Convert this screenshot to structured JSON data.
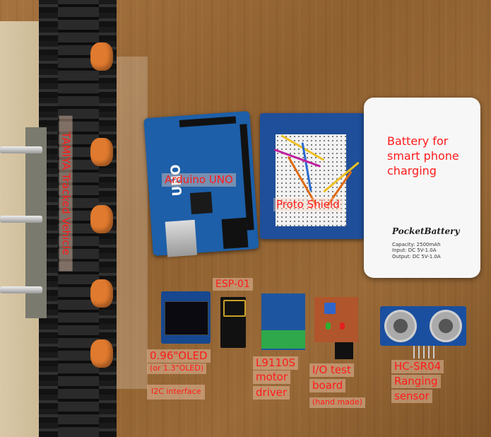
{
  "labels": {
    "tamiya": "TAMIYA Tracked Vehicle",
    "arduino": "Arduino UNO",
    "proto_shield": "Proto Shield",
    "battery_line1": "Battery for",
    "battery_line2": "smart phone",
    "battery_line3": "charging",
    "esp": "ESP-01",
    "oled_line1": "0.96\"OLED",
    "oled_line2": "(or 1.3\"OLED)",
    "oled_line3": "I2C interface",
    "l9110_line1": "L9110S",
    "l9110_line2": "motor",
    "l9110_line3": "driver",
    "io_line1": "I/O test",
    "io_line2": "board",
    "io_line3": "(hand made)",
    "hcsr_line1": "HC-SR04",
    "hcsr_line2": "Ranging",
    "hcsr_line3": "sensor"
  },
  "board_text": {
    "uno": "UNO",
    "battery_brand": "PocketBattery",
    "battery_spec": "Capacity: 2500mAh\nInput: DC 5V-1.0A\nOutput: DC 5V-1.0A"
  },
  "colors": {
    "label_text": "#ff1a1a",
    "label_bg": "#ffd7be",
    "board_blue": "#1d5fa8",
    "wood": "#9a6a38"
  }
}
